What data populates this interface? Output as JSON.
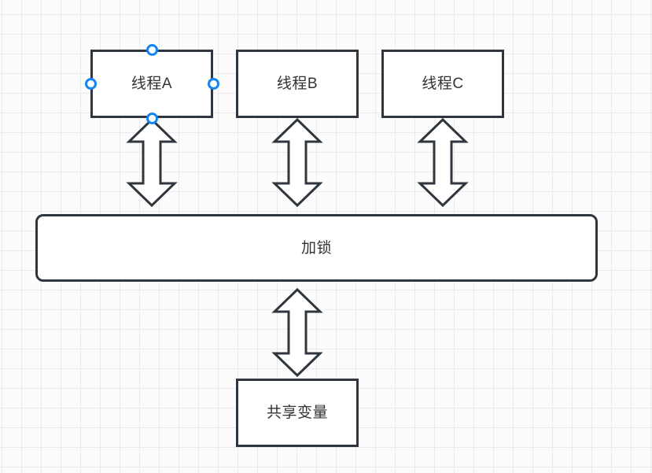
{
  "diagram": {
    "nodes": [
      {
        "id": "thread-a",
        "label": "线程A",
        "selected": true
      },
      {
        "id": "thread-b",
        "label": "线程B",
        "selected": false
      },
      {
        "id": "thread-c",
        "label": "线程C",
        "selected": false
      },
      {
        "id": "lock",
        "label": "加锁",
        "selected": false
      },
      {
        "id": "shared-var",
        "label": "共享变量",
        "selected": false
      }
    ],
    "edges": [
      {
        "from": "thread-a",
        "to": "lock",
        "type": "double-arrow"
      },
      {
        "from": "thread-b",
        "to": "lock",
        "type": "double-arrow"
      },
      {
        "from": "thread-c",
        "to": "lock",
        "type": "double-arrow"
      },
      {
        "from": "lock",
        "to": "shared-var",
        "type": "double-arrow"
      }
    ],
    "colors": {
      "shape_stroke": "#2f363d",
      "shape_fill": "#ffffff",
      "selection_handle": "#1584f2",
      "grid_line": "#ebebeb",
      "canvas_bg": "#fcfcfc",
      "text": "#333333"
    }
  }
}
